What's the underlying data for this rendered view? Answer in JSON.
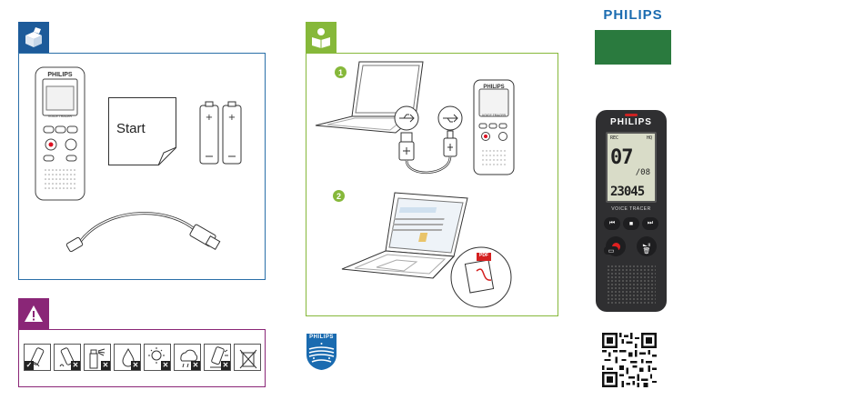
{
  "colors": {
    "blue": "#1d5b9a",
    "green": "#86b83a",
    "purple": "#8a2677",
    "philips_blue": "#1a6bb0",
    "philips_green": "#2a7a3e"
  },
  "box_contents": {
    "header_icon": "box-contents-icon",
    "start_card_label": "Start",
    "device_brand": "PHILIPS",
    "device_model": "VOICE TRACER"
  },
  "connect": {
    "header_icon": "reading-person-icon",
    "step_1": "1",
    "step_2": "2",
    "pdf_label": "PDF",
    "device_brand": "PHILIPS",
    "device_model": "VOICE TRACER"
  },
  "warnings": {
    "header_icon": "warning-icon"
  },
  "brand": {
    "logo_text": "PHILIPS"
  },
  "recorder": {
    "brand": "PHILIPS",
    "screen_top_left": "REC",
    "screen_top_right": "HQ",
    "screen_big": "07",
    "screen_sub": "/08",
    "screen_time": "23045",
    "model": "VOICE TRACER"
  },
  "shield": {
    "text": "PHILIPS"
  }
}
